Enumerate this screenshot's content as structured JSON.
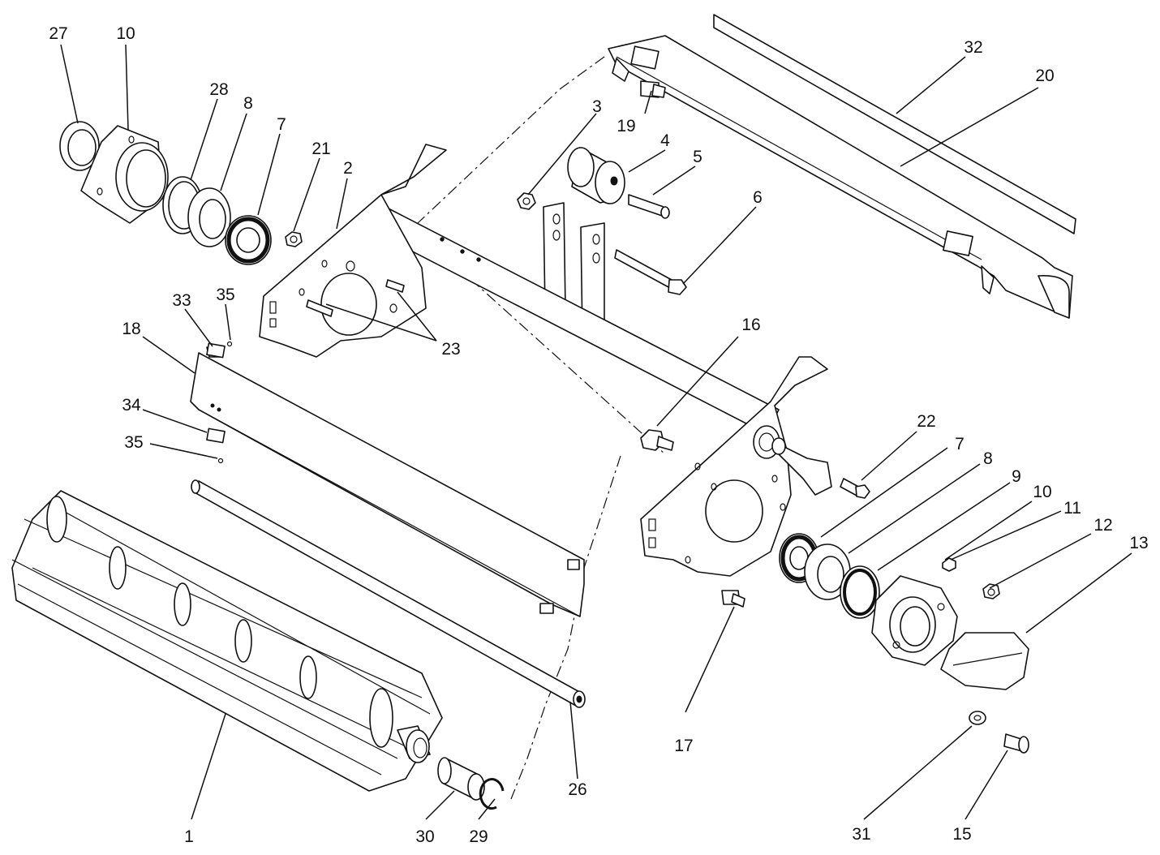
{
  "diagram": {
    "callouts": [
      {
        "id": "c27",
        "text": "27"
      },
      {
        "id": "c10a",
        "text": "10"
      },
      {
        "id": "c28",
        "text": "28"
      },
      {
        "id": "c8a",
        "text": "8"
      },
      {
        "id": "c7a",
        "text": "7"
      },
      {
        "id": "c21",
        "text": "21"
      },
      {
        "id": "c2",
        "text": "2"
      },
      {
        "id": "c3",
        "text": "3"
      },
      {
        "id": "c19",
        "text": "19"
      },
      {
        "id": "c4",
        "text": "4"
      },
      {
        "id": "c5",
        "text": "5"
      },
      {
        "id": "c6",
        "text": "6"
      },
      {
        "id": "c32",
        "text": "32"
      },
      {
        "id": "c20",
        "text": "20"
      },
      {
        "id": "c33",
        "text": "33"
      },
      {
        "id": "c35a",
        "text": "35"
      },
      {
        "id": "c18",
        "text": "18"
      },
      {
        "id": "c23",
        "text": "23"
      },
      {
        "id": "c16",
        "text": "16"
      },
      {
        "id": "c34",
        "text": "34"
      },
      {
        "id": "c35b",
        "text": "35"
      },
      {
        "id": "c22",
        "text": "22"
      },
      {
        "id": "c7b",
        "text": "7"
      },
      {
        "id": "c8b",
        "text": "8"
      },
      {
        "id": "c9",
        "text": "9"
      },
      {
        "id": "c10b",
        "text": "10"
      },
      {
        "id": "c11",
        "text": "11"
      },
      {
        "id": "c12",
        "text": "12"
      },
      {
        "id": "c13",
        "text": "13"
      },
      {
        "id": "c17",
        "text": "17"
      },
      {
        "id": "c26",
        "text": "26"
      },
      {
        "id": "c1",
        "text": "1"
      },
      {
        "id": "c30",
        "text": "30"
      },
      {
        "id": "c29",
        "text": "29"
      },
      {
        "id": "c31",
        "text": "31"
      },
      {
        "id": "c15",
        "text": "15"
      }
    ]
  }
}
